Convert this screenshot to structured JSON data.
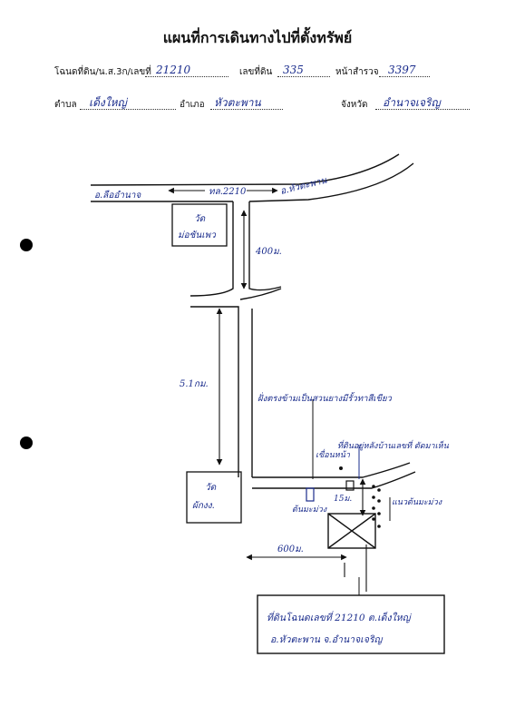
{
  "title": "แผนที่การเดินทางไปที่ตั้งทรัพย์",
  "header": {
    "deed_label": "โฉนดที่ดิน/น.ส.3ก/เลขที่",
    "deed_value": "21210",
    "land_no_label": "เลขที่ดิน",
    "land_no_value": "335",
    "survey_label": "หน้าสำรวจ",
    "survey_value": "3397",
    "subdistrict_label": "ตำบล",
    "subdistrict_value": "เด็งใหญ่",
    "district_label": "อำเภอ",
    "district_value": "หัวตะพาน",
    "province_label": "จังหวัด",
    "province_value": "อำนาจเจริญ"
  },
  "map": {
    "road_left_label": "อ.ลืออำนาจ",
    "road_center_label": "ทล.2210",
    "road_right_label": "อ.หัวตะพาน",
    "temple_top_line1": "วัด",
    "temple_top_line2": "ม่อชันเพว",
    "dist_400": "400ม.",
    "dist_5km": "5.1กม.",
    "note_line": "ฝั่งตรงข้ามเป็นสวนยางมีรั้วทาสีเขียว",
    "note_entrance": "ที่ดินอยู่หลังบ้านเลขที่ ตัดมาเห็น",
    "note_well": "เขื่อนหน้า",
    "temple_bottom_line1": "วัด",
    "temple_bottom_line2": "ผักงง.",
    "mango_tree": "ต้นมะม่วง",
    "dist_15": "15ม.",
    "dist_600": "600ม.",
    "tree_row": "แนวต้นมะม่วง",
    "box_line1": "ที่ดินโฉนดเลขที่ 21210 ต.เด็งใหญ่",
    "box_line2": "อ.หัวตะพาน จ.อำนาจเจริญ"
  }
}
